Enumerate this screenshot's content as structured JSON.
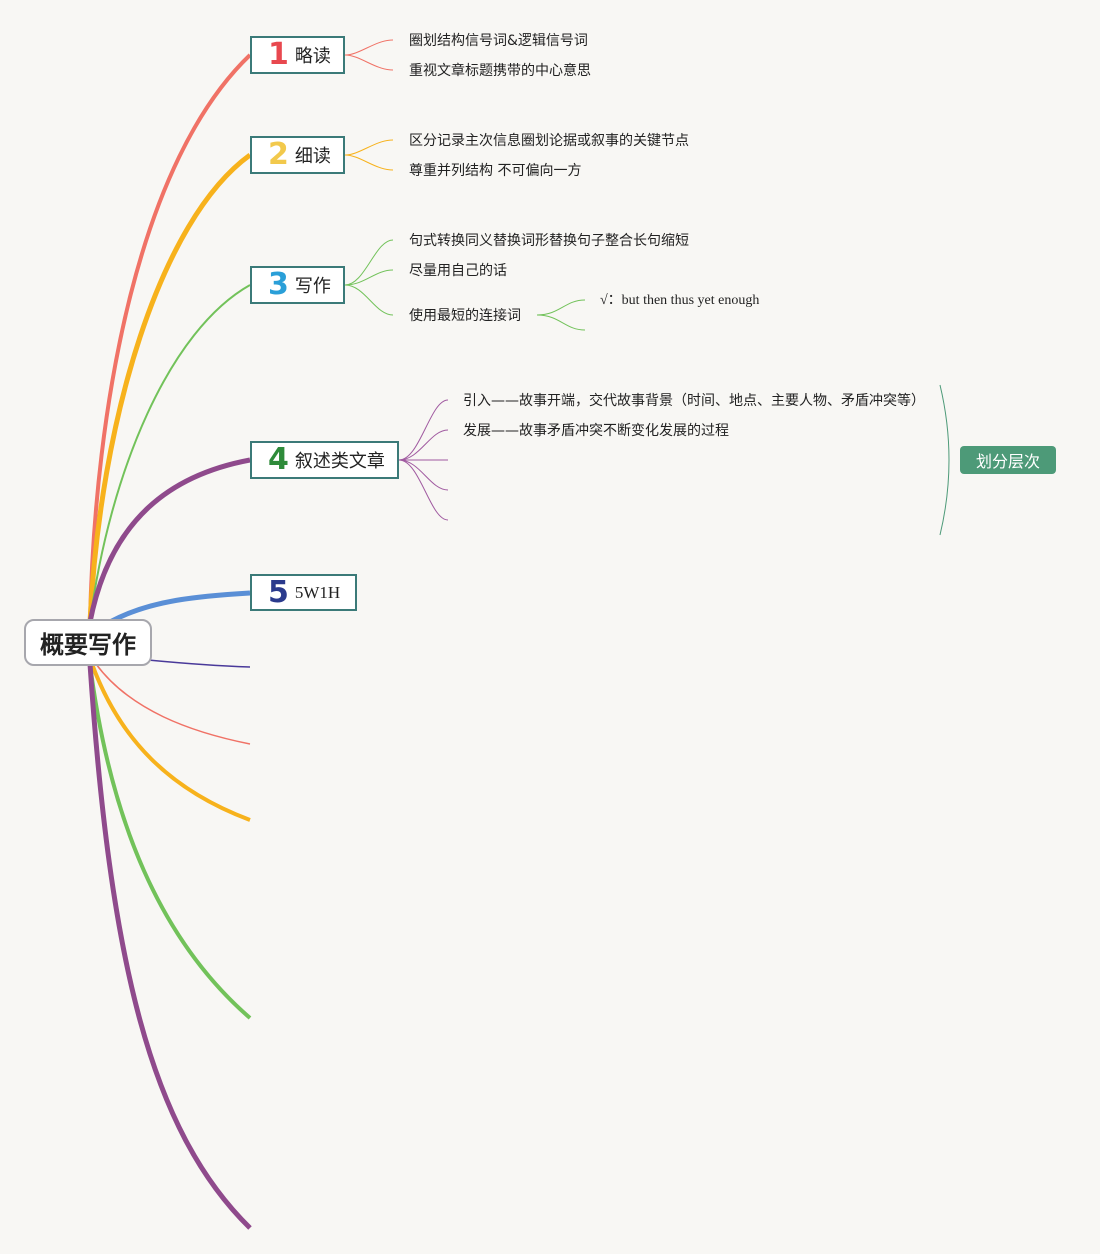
{
  "root": {
    "label": "概要写作"
  },
  "branches": [
    {
      "num": "1",
      "label": "略读",
      "color": "#e8484f",
      "leaves": [
        "圈划结构信号词&逻辑信号词",
        "重视文章标题携带的中心意思"
      ]
    },
    {
      "num": "2",
      "label": "细读",
      "color": "#f2c94c",
      "leaves": [
        "区分记录主次信息圈划论据或叙事的关键节点",
        "尊重并列结构 不可偏向一方"
      ]
    },
    {
      "num": "3",
      "label": "写作",
      "color": "#2a9fd8",
      "leaves": [
        "句式转换同义替换词形替换句子整合长句缩短",
        "尽量用自己的话",
        "使用最短的连接词"
      ],
      "sub_leaf": "√：but then thus yet enough"
    },
    {
      "num": "4",
      "label": "叙述类文章",
      "color": "#2e8b3a",
      "leaves": [
        "引入——故事开端，交代故事背景（时间、地点、主要人物、矛盾冲突等）",
        "发展——故事矛盾冲突不断变化发展的过程"
      ],
      "tag": "划分层次"
    },
    {
      "num": "5",
      "label": "5W1H",
      "color": "#2a3a8c"
    }
  ],
  "line_colors": {
    "red": "#f07266",
    "orange": "#f7b21c",
    "green": "#72c25a",
    "purple": "#8f4a8c",
    "blue": "#5a8fd6",
    "navy": "#4a3a9a",
    "tag_bg": "#4d9a78",
    "node_border": "#3b7a78"
  }
}
